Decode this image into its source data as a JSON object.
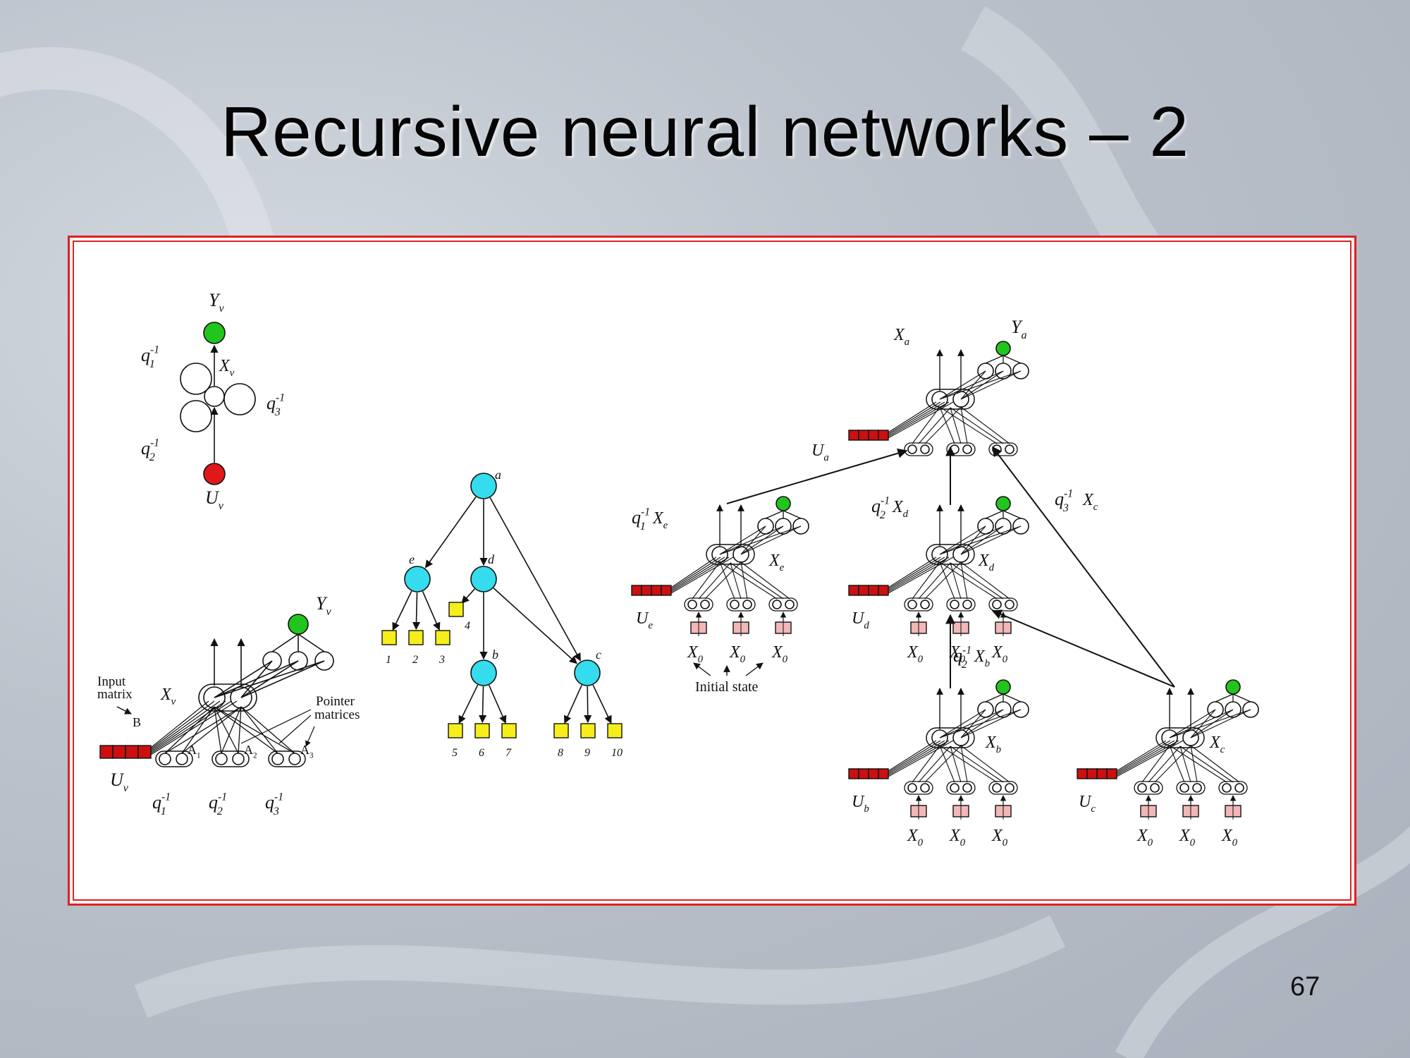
{
  "slide": {
    "title": "Recursive neural networks – 2",
    "page_number": "67"
  },
  "colors": {
    "output_node": "#22c41e",
    "input_node": "#e01818",
    "tree_node": "#35dced",
    "leaf_node": "#f6ee1b",
    "input_matrix_bar": "#cc1010",
    "initial_state_box": "#f2b7b7",
    "frame_border": "#e02020"
  },
  "diagram": {
    "recurrent_unit": {
      "output": "Y",
      "output_sub": "v",
      "state": "X",
      "state_sub": "v",
      "input": "U",
      "input_sub": "v",
      "loops": [
        {
          "label": "q",
          "sup": "-1",
          "sub": "1"
        },
        {
          "label": "q",
          "sup": "-1",
          "sub": "2"
        },
        {
          "label": "q",
          "sup": "-1",
          "sub": "3"
        }
      ]
    },
    "unfolded_unit": {
      "output": "Y",
      "output_sub": "v",
      "state": "X",
      "state_sub": "v",
      "input": "U",
      "input_sub": "v",
      "input_matrix_label": "Input matrix",
      "input_matrix_name": "B",
      "pointer_matrices_label": "Pointer matrices",
      "pointers": [
        {
          "name": "A",
          "sub": "1",
          "delay": "q",
          "sup": "-1",
          "delay_sub": "1"
        },
        {
          "name": "A",
          "sub": "2",
          "delay": "q",
          "sup": "-1",
          "delay_sub": "2"
        },
        {
          "name": "A",
          "sub": "3",
          "delay": "q",
          "sup": "-1",
          "delay_sub": "3"
        }
      ]
    },
    "tree": {
      "internal_nodes": [
        "a",
        "e",
        "d",
        "b",
        "c"
      ],
      "leaves": [
        "1",
        "2",
        "3",
        "4",
        "5",
        "6",
        "7",
        "8",
        "9",
        "10"
      ]
    },
    "encoding_network": {
      "initial_state_label": "Initial state",
      "x0": "X",
      "x0_sub": "0",
      "units": [
        {
          "id": "a",
          "state": "X",
          "state_sub": "a",
          "output": "Y",
          "output_sub": "a",
          "input": "U",
          "input_sub": "a"
        },
        {
          "id": "e",
          "state": "X",
          "state_sub": "e",
          "input": "U",
          "input_sub": "e",
          "edge": "q",
          "edge_sup": "-1",
          "edge_sub": "1",
          "edge_state": "X",
          "edge_state_sub": "e"
        },
        {
          "id": "d",
          "state": "X",
          "state_sub": "d",
          "input": "U",
          "input_sub": "d",
          "edge": "q",
          "edge_sup": "-1",
          "edge_sub": "2",
          "edge_state": "X",
          "edge_state_sub": "d"
        },
        {
          "id": "b",
          "state": "X",
          "state_sub": "b",
          "input": "U",
          "input_sub": "b",
          "edge": "q",
          "edge_sup": "-1",
          "edge_sub": "2",
          "edge_state": "X",
          "edge_state_sub": "b"
        },
        {
          "id": "c",
          "state": "X",
          "state_sub": "c",
          "input": "U",
          "input_sub": "c",
          "edge": "q",
          "edge_sup": "-1",
          "edge_sub": "3",
          "edge_state": "X",
          "edge_state_sub": "c"
        }
      ]
    }
  }
}
